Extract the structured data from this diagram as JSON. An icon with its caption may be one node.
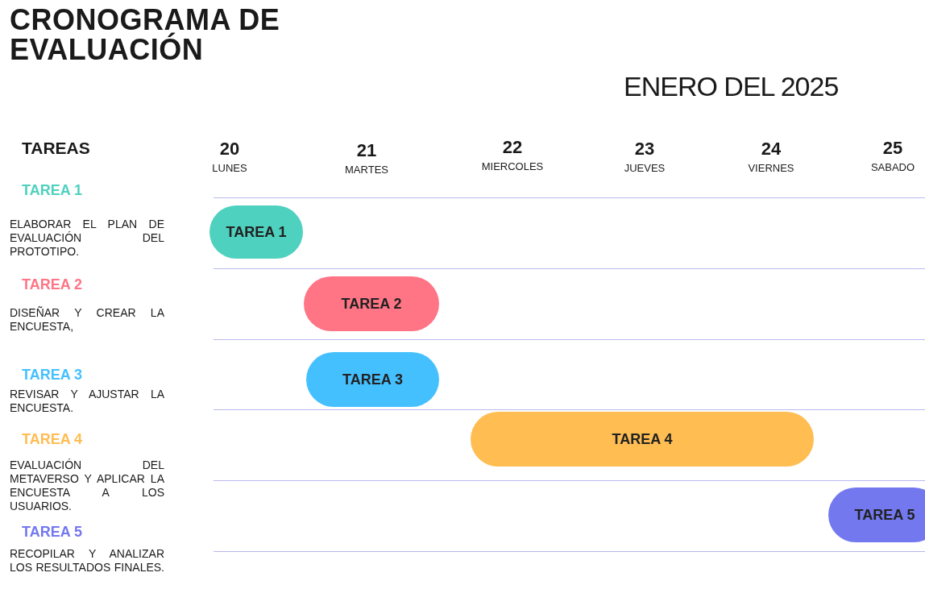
{
  "diagram": {
    "title": "CRONOGRAMA DE EVALUACIÓN",
    "nodes": [
      {
        "text": [
          "TAREA 1"
        ]
      },
      {
        "text": [
          "TAREA 2"
        ]
      },
      {
        "text": [
          "TAREA 3"
        ]
      },
      {
        "text": [
          "TAREA 4"
        ]
      },
      {
        "text": [
          "TAREA 5"
        ]
      }
    ],
    "labels": [
      "ENERO DEL 2025",
      "TAREAS",
      "20",
      "LUNES",
      "21",
      "MARTES",
      "22",
      "MIERCOLES",
      "23",
      "JUEVES",
      "24",
      "VIERNES",
      "25",
      "SABADO",
      "TAREA 1",
      "ELABORAR EL PLAN DE EVALUACIÓN DEL PROTOTIPO.",
      "TAREA 2",
      "DISEÑAR Y CREAR LA ENCUESTA,",
      "TAREA 3",
      "REVISAR Y AJUSTAR LA ENCUESTA.",
      "TAREA 4",
      "EVALUACIÓN DEL METAVERSO Y APLICAR LA ENCUESTA A LOS USUARIOS.",
      "TAREA 5",
      "RECOPILAR Y ANALIZAR LOS RESULTADOS FINALES."
    ]
  }
}
